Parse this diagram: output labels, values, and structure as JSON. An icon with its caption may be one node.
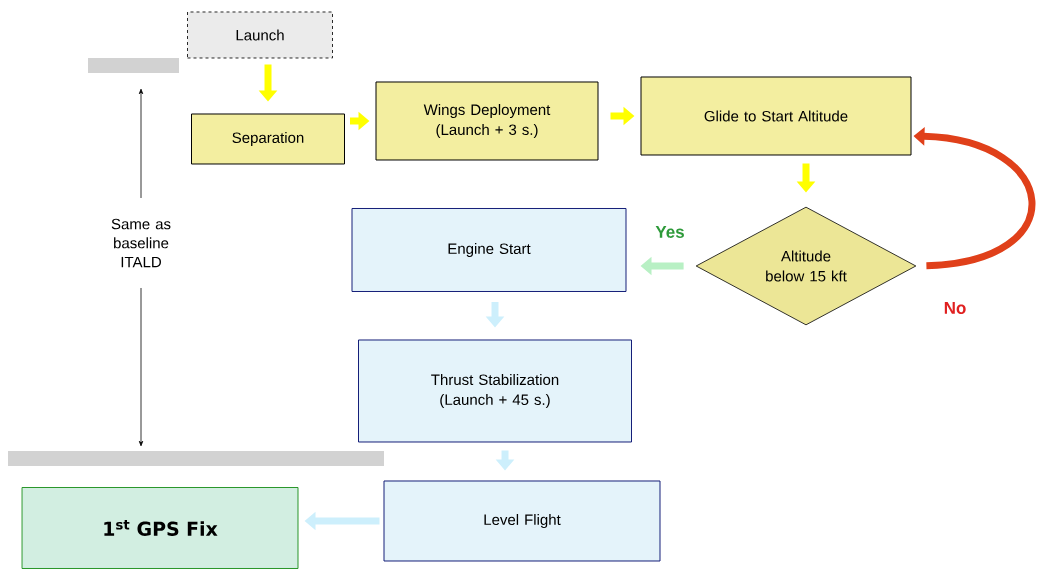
{
  "diagram": {
    "nodes": [
      {
        "text": [
          "Launch"
        ]
      },
      {
        "text": [
          "Separation"
        ]
      },
      {
        "text": [
          "Wings Deployment (Launch + 3 s.)"
        ]
      },
      {
        "text": [
          "Glide to Start Altitude"
        ]
      },
      {
        "text": [
          "Altitude below 15 kft"
        ]
      },
      {
        "text": [
          "Engine Start"
        ]
      },
      {
        "text": [
          "Thrust Stabilization (Launch + 45 s.)"
        ]
      },
      {
        "text": [
          "Level Flight"
        ]
      },
      {
        "text": [
          "1$^{st}$  GPS  Fix"
        ]
      }
    ],
    "edges": [
      {
        "from": 0,
        "to": 1,
        "arrow": "to",
        "color": "#ffff00"
      },
      {
        "from": 1,
        "to": 2,
        "arrow": "to",
        "color": "#ffff00"
      },
      {
        "from": 2,
        "to": 3,
        "arrow": "to",
        "color": "#ffff00"
      },
      {
        "from": 3,
        "to": 4,
        "arrow": "to",
        "color": "#ffff00"
      },
      {
        "from": 4,
        "to": 5,
        "arrow": "to",
        "label": "Yes",
        "color": "#b8f0c4"
      },
      {
        "from": 4,
        "to": 3,
        "arrow": "to",
        "label": "No",
        "color": "#e0401a"
      },
      {
        "from": 5,
        "to": 6,
        "arrow": "to",
        "color": "#cdeffc"
      },
      {
        "from": 6,
        "to": 7,
        "arrow": "to",
        "color": "#cdeffc"
      },
      {
        "from": 7,
        "to": 8,
        "arrow": "to",
        "color": "#cdeffc"
      }
    ],
    "labels": [
      "Same as baseline ITALD"
    ]
  }
}
